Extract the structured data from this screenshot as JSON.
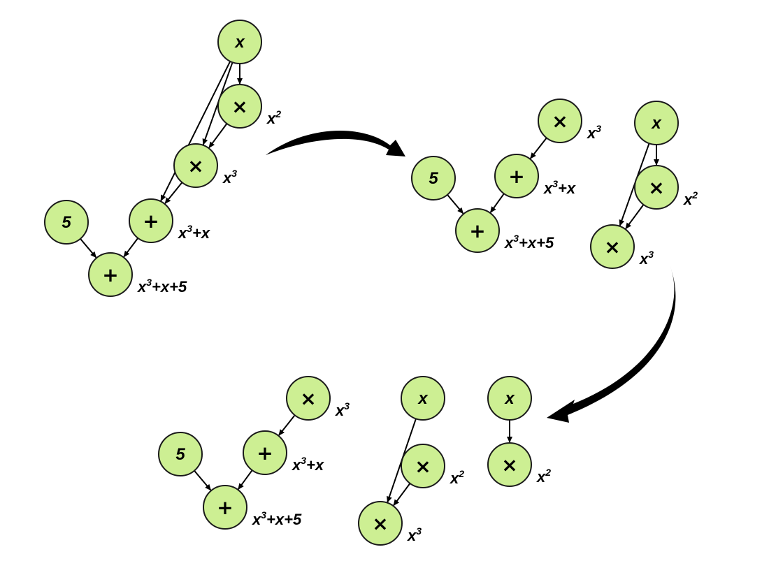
{
  "colors": {
    "node_fill": "#cdef93",
    "node_stroke": "#1a1a1a",
    "edge": "#000000"
  },
  "symbols": {
    "x": "x",
    "times": "×",
    "plus": "+",
    "five": "5"
  },
  "labels": {
    "x2": {
      "base": "x",
      "exp": "2",
      "rest": ""
    },
    "x3": {
      "base": "x",
      "exp": "3",
      "rest": ""
    },
    "x3x": {
      "base": "x",
      "exp": "3",
      "rest": "+x"
    },
    "x3x5": {
      "base": "x",
      "exp": "3",
      "rest": "+x+5"
    }
  },
  "graphs": [
    {
      "id": "g1",
      "nodes": [
        {
          "id": "a",
          "sym": "x"
        },
        {
          "id": "b",
          "sym": "times",
          "label": "x2"
        },
        {
          "id": "c",
          "sym": "times",
          "label": "x3"
        },
        {
          "id": "d",
          "sym": "five"
        },
        {
          "id": "e",
          "sym": "plus",
          "label": "x3x"
        },
        {
          "id": "f",
          "sym": "plus",
          "label": "x3x5"
        }
      ],
      "edges": [
        [
          "a",
          "b"
        ],
        [
          "a",
          "c"
        ],
        [
          "a",
          "e"
        ],
        [
          "b",
          "c"
        ],
        [
          "c",
          "e"
        ],
        [
          "d",
          "f"
        ],
        [
          "e",
          "f"
        ]
      ]
    },
    {
      "id": "g2",
      "nodes": [
        {
          "id": "a",
          "sym": "times",
          "label": "x3"
        },
        {
          "id": "b",
          "sym": "five"
        },
        {
          "id": "c",
          "sym": "plus",
          "label": "x3x"
        },
        {
          "id": "d",
          "sym": "plus",
          "label": "x3x5"
        },
        {
          "id": "e",
          "sym": "x"
        },
        {
          "id": "f",
          "sym": "times",
          "label": "x2"
        },
        {
          "id": "g",
          "sym": "times",
          "label": "x3"
        }
      ],
      "edges": [
        [
          "a",
          "c"
        ],
        [
          "b",
          "d"
        ],
        [
          "c",
          "d"
        ],
        [
          "e",
          "f"
        ],
        [
          "e",
          "g"
        ],
        [
          "f",
          "g"
        ]
      ]
    },
    {
      "id": "g3",
      "nodes": [
        {
          "id": "a",
          "sym": "times",
          "label": "x3"
        },
        {
          "id": "b",
          "sym": "five"
        },
        {
          "id": "c",
          "sym": "plus",
          "label": "x3x"
        },
        {
          "id": "d",
          "sym": "plus",
          "label": "x3x5"
        },
        {
          "id": "e",
          "sym": "x"
        },
        {
          "id": "f",
          "sym": "times",
          "label": "x2"
        },
        {
          "id": "g",
          "sym": "times",
          "label": "x3"
        },
        {
          "id": "h",
          "sym": "x"
        },
        {
          "id": "i",
          "sym": "times",
          "label": "x2"
        }
      ],
      "edges": [
        [
          "a",
          "c"
        ],
        [
          "b",
          "d"
        ],
        [
          "c",
          "d"
        ],
        [
          "e",
          "g"
        ],
        [
          "f",
          "g"
        ],
        [
          "h",
          "i"
        ]
      ]
    }
  ]
}
